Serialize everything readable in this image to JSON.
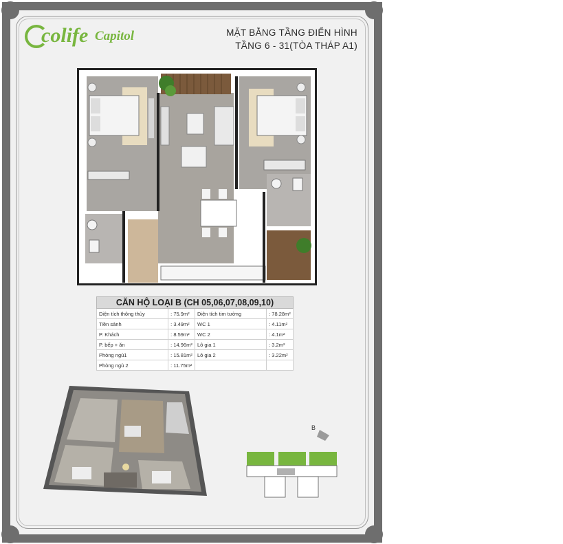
{
  "brand": {
    "logo_text": "colife",
    "logo_sub": "Capitol",
    "accent": "#78b63f"
  },
  "header": {
    "line1": "MẶT BẰNG TẦNG ĐIỂN HÌNH",
    "line2": "TẦNG 6 - 31(TÒA THÁP A1)"
  },
  "table": {
    "title": "CĂN HỘ LOẠI B (CH 05,06,07,08,09,10)",
    "rows": [
      {
        "l1": "Diện tích thông thủy",
        "v1": ": 75.9m²",
        "l2": "Diện tích tim tường",
        "v2": ": 78.28m²"
      },
      {
        "l1": "Tiền sảnh",
        "v1": ": 3.49m²",
        "l2": "WC 1",
        "v2": ": 4.11m²"
      },
      {
        "l1": "P. Khách",
        "v1": ": 8.59m²",
        "l2": "WC 2",
        "v2": ": 4.1m²"
      },
      {
        "l1": "P. bếp + ăn",
        "v1": ": 14.96m²",
        "l2": "Lô gia 1",
        "v2": ": 3.2m²"
      },
      {
        "l1": "Phòng ngủ1",
        "v1": ": 15.81m²",
        "l2": "Lô gia 2",
        "v2": ": 3.22m²"
      },
      {
        "l1": "Phòng ngủ 2",
        "v1": ": 11.75m²",
        "l2": "",
        "v2": ""
      }
    ]
  },
  "keyplan": {
    "marker": "B"
  }
}
